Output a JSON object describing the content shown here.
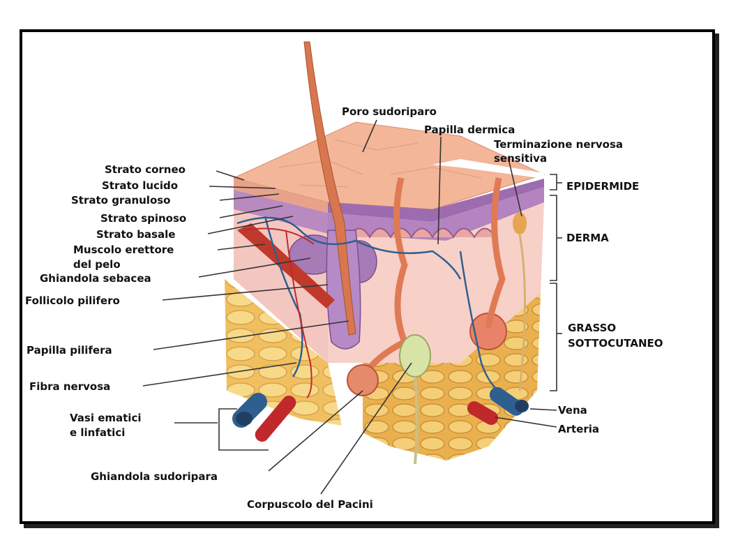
{
  "labels": {
    "poro_sudoriparo": "Poro sudoriparo",
    "papilla_dermica": "Papilla dermica",
    "terminazione_nervosa_1": "Terminazione nervosa",
    "terminazione_nervosa_2": "sensitiva",
    "strato_corneo": "Strato corneo",
    "strato_lucido": "Strato lucido",
    "strato_granuloso": "Strato granuloso",
    "strato_spinoso": "Strato spinoso",
    "strato_basale": "Strato basale",
    "muscolo_erettore_1": "Muscolo erettore",
    "muscolo_erettore_2": "del pelo",
    "ghiandola_sebacea": "Ghiandola sebacea",
    "follicolo_pilifero": "Follicolo pilifero",
    "papilla_pilifera": "Papilla pilifera",
    "fibra_nervosa": "Fibra nervosa",
    "vasi_ematici_1": "Vasi ematici",
    "vasi_ematici_2": "e linfatici",
    "ghiandola_sudoripara": "Ghiandola sudoripara",
    "corpuscolo_pacini": "Corpuscolo del Pacini",
    "vena": "Vena",
    "arteria": "Arteria"
  },
  "layers": {
    "epidermide": "EPIDERMIDE",
    "derma": "DERMA",
    "grasso_1": "GRASSO",
    "grasso_2": "SOTTOCUTANEO"
  },
  "colors": {
    "skin_surface": "#f4b99a",
    "epidermis": "#a779b5",
    "dermis": "#f6cbc4",
    "fat": "#f2c66b",
    "hair": "#d8774f",
    "vein": "#2f5f8f",
    "artery": "#c0282c"
  }
}
